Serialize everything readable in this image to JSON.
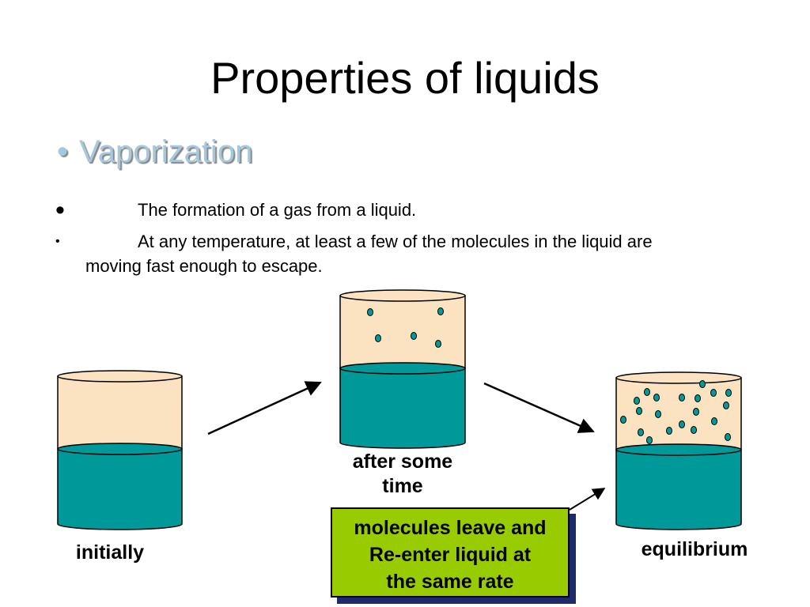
{
  "title": "Properties of liquids",
  "heading": {
    "bullet": "•",
    "text": "Vaporization"
  },
  "points": [
    {
      "bullet": "•",
      "text": "The formation of a gas from a liquid."
    },
    {
      "bullet": "•",
      "text_line1": "At any temperature, at least a few of the molecules in the liquid are",
      "text_line2": "moving fast enough to escape."
    }
  ],
  "diagram": {
    "labels": {
      "initially": "initially",
      "after_line1": "after some",
      "after_line2": "time",
      "equilibrium": "equilibrium"
    },
    "callout": {
      "line1": "molecules leave and",
      "line2": "Re-enter liquid at",
      "line3": "the same rate"
    },
    "colors": {
      "gas": "#fbe2c0",
      "liquid": "#009999",
      "molecule": "#009999",
      "callout": "#99cc00",
      "callout_shadow": "#1f2a6b"
    }
  }
}
